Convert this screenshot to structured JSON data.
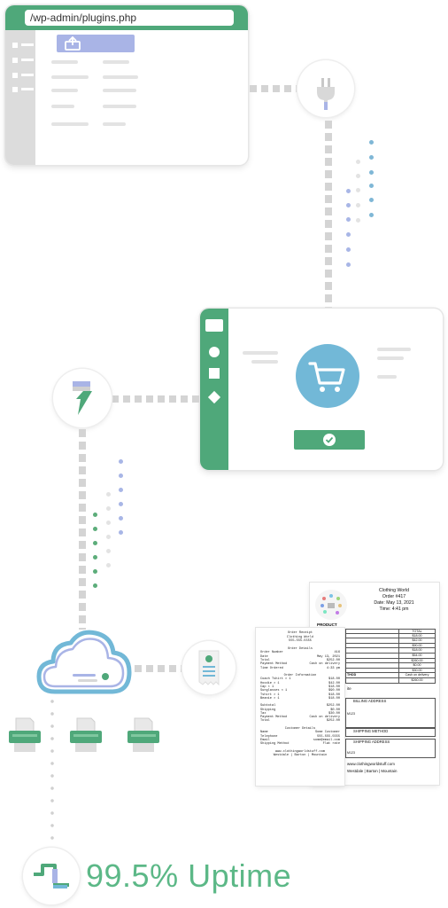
{
  "browser": {
    "url": "/wp-admin/plugins.php"
  },
  "receipt_main": {
    "lines_top": [
      "Order Receipt",
      "Clothing World",
      "555-555-5555"
    ],
    "section_order_details": "Order Details",
    "order_details": [
      {
        "label": "Order Number",
        "value": "416"
      },
      {
        "label": "Date",
        "value": "May 13, 2021"
      },
      {
        "label": "Total",
        "value": "$252.00"
      },
      {
        "label": "Payment Method",
        "value": "Cash on delivery"
      },
      {
        "label": "Time Ordered",
        "value": "4:33 pm"
      }
    ],
    "section_order_information": "Order Information",
    "order_items": [
      {
        "label": "Coach Tshirt × 1",
        "value": "$18.00"
      },
      {
        "label": "Hoodie × 1",
        "value": "$42.00"
      },
      {
        "label": "Cap × 1",
        "value": "$18.00"
      },
      {
        "label": "Sunglasses × 1",
        "value": "$90.00"
      },
      {
        "label": "Tshirt × 1",
        "value": "$18.00"
      },
      {
        "label": "Beanie × 1",
        "value": "$18.00"
      }
    ],
    "totals": [
      {
        "label": "Subtotal",
        "value": "$252.00"
      },
      {
        "label": "Shipping",
        "value": "$0.00"
      },
      {
        "label": "Tax",
        "value": "$30.00"
      },
      {
        "label": "Payment Method",
        "value": "Cash on delivery"
      },
      {
        "label": "Total",
        "value": "$252.00"
      }
    ],
    "section_customer_details": "Customer Details",
    "customer": [
      {
        "label": "Name",
        "value": "Some Customer"
      },
      {
        "label": "Telephone",
        "value": "555-555-5555"
      },
      {
        "label": "Email",
        "value": "some@email.com"
      },
      {
        "label": "Shipping Method",
        "value": "Flat rate"
      }
    ],
    "footer": [
      "www.clothingworldstuff.com",
      "Westdale | Barton | Mountain"
    ]
  },
  "receipt_back": {
    "store": "Clothing World",
    "order": "Order #417",
    "date": "Date: May 13, 2021",
    "time": "Time: 4:41 pm",
    "product_label": "PRODUCT",
    "total_label": "TOTAL",
    "totals": [
      "$18.00",
      "$42.00",
      "$90.00",
      "$18.00",
      "$54.00",
      "$260.00",
      "$0.00",
      "$30.00"
    ],
    "method_label": "THOD",
    "method_value": "Cash on delivery",
    "grand_total": "$260.00",
    "partial_left": "ite",
    "billing_label": "BILLING ADDRESS",
    "partial_zip": "M123",
    "shipping_method_label": "SHIPPING METHOD",
    "shipping_address_label": "SHIPPING ADDRESS",
    "partial_zip2": "M123",
    "website": "www.clothingworldstuff.com",
    "locations": "Westdale | Barton | Mountain"
  },
  "uptime": {
    "text": "99.5% Uptime"
  },
  "colors": {
    "green": "#4fa87a",
    "teal": "#72b8d7",
    "lavender": "#a9b4e6",
    "uptime_text": "#5cb887"
  },
  "icons": [
    "upload-icon",
    "plug-icon",
    "cart-icon",
    "check-icon",
    "bolt-logo-icon",
    "cloud-icon",
    "receipt-icon",
    "printer-icon",
    "uptime-logo-icon"
  ]
}
